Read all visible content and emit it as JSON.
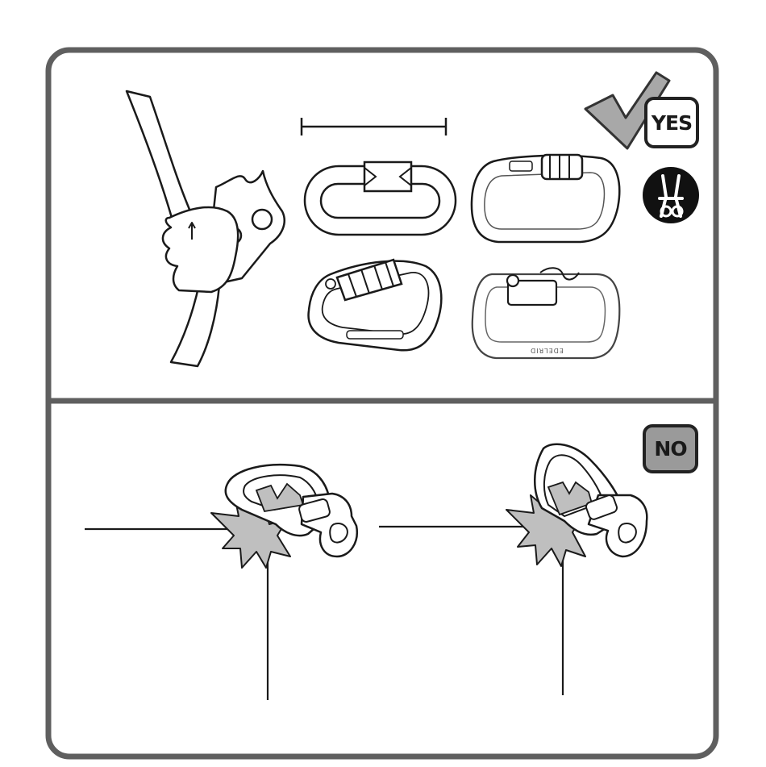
{
  "labels": {
    "yes": "YES",
    "no": "NO"
  },
  "carabiner_mark": "EDELRID",
  "icons": {
    "check": "checkmark-icon",
    "harness": "harness-icon",
    "impact": "impact-burst-icon"
  },
  "colors": {
    "frame": "#5f5f5f",
    "no_badge": "#9a9a9a",
    "burst": "#bfbfbf",
    "line": "#1a1a1a"
  }
}
